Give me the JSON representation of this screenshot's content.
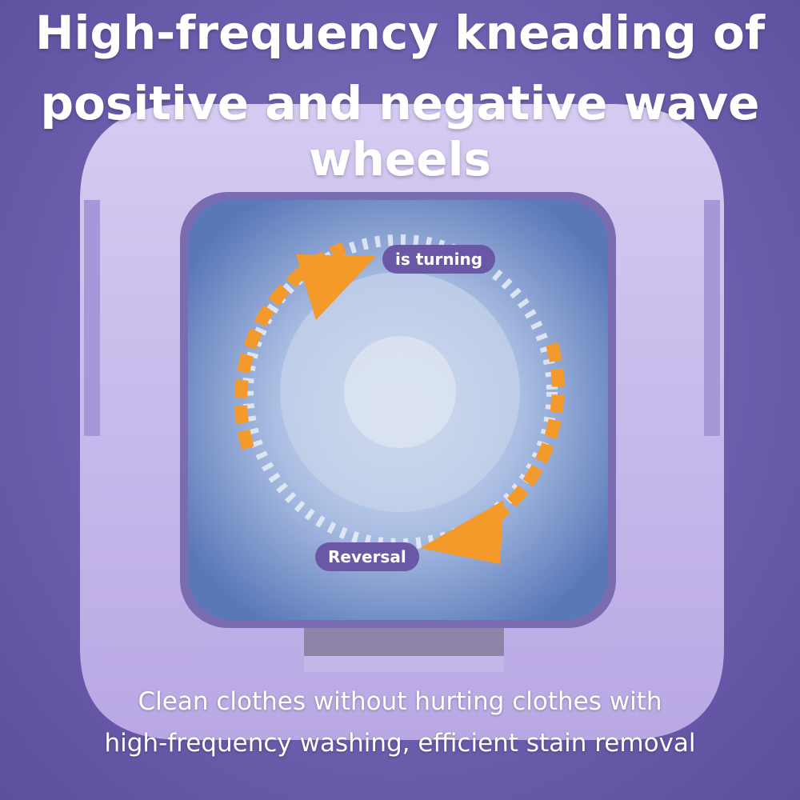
{
  "headline": {
    "line1": "High-frequency kneading of",
    "line2": "positive and negative wave wheels"
  },
  "labels": {
    "turning": "is turning",
    "reversal": "Reversal"
  },
  "caption": {
    "line1": "Clean clothes without hurting clothes with",
    "line2": "high-frequency washing, efficient stain removal"
  },
  "colors": {
    "background": "#6d5fae",
    "machine_body": "#c9bbec",
    "water": "#8fa8d8",
    "arrow": "#f39a2b",
    "label_pill": "#6a58a6"
  }
}
